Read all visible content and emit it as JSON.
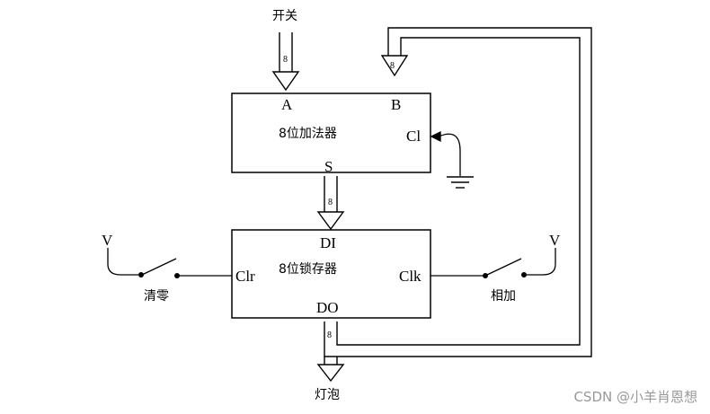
{
  "inputs": {
    "switch_label": "开关"
  },
  "adder": {
    "title": "8位加法器",
    "port_a": "A",
    "port_b": "B",
    "port_ci": "Cl",
    "port_s": "S"
  },
  "latch": {
    "title": "8位锁存器",
    "port_di": "DI",
    "port_do": "DO",
    "port_clr": "Clr",
    "port_clk": "Clk"
  },
  "bus_width": "8",
  "switches": {
    "clear_label": "清零",
    "clear_supply": "V",
    "add_label": "相加",
    "add_supply": "V"
  },
  "output": {
    "lamp_label": "灯泡"
  },
  "watermark": "CSDN @小羊肖恩想"
}
